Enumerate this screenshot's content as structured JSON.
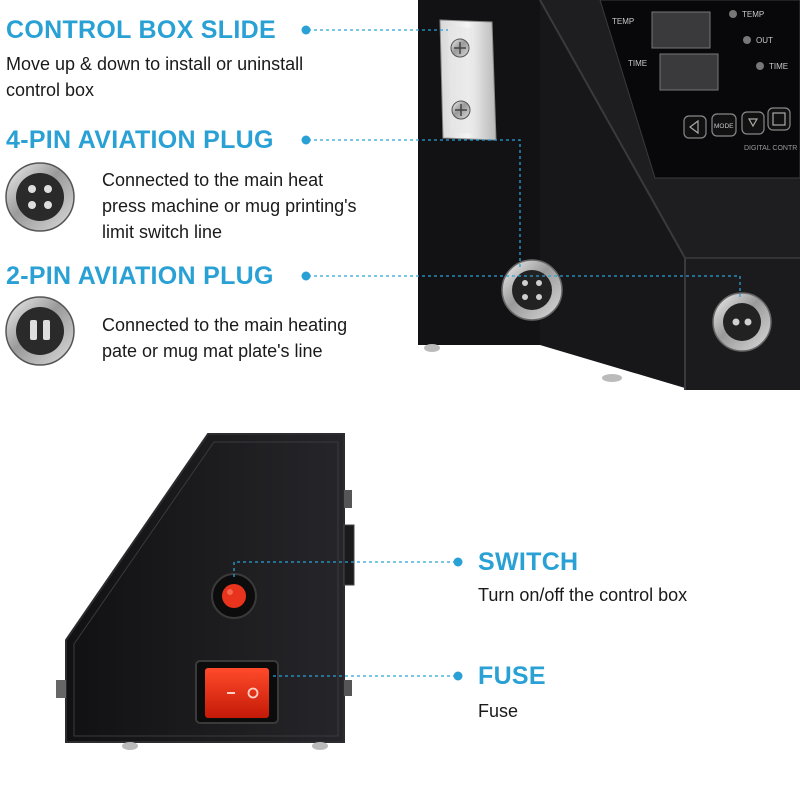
{
  "callouts": {
    "control_box_slide": {
      "title": "CONTROL BOX SLIDE",
      "desc_line1": "Move up & down to install or uninstall",
      "desc_line2": "control box"
    },
    "four_pin_plug": {
      "title": "4-PIN AVIATION PLUG",
      "desc_line1": "Connected to the main heat",
      "desc_line2": "press machine or mug printing's",
      "desc_line3": "limit switch line"
    },
    "two_pin_plug": {
      "title": "2-PIN AVIATION PLUG",
      "desc_line1": "Connected to the main heating",
      "desc_line2": "pate or mug mat plate's line"
    },
    "switch": {
      "title": "SWITCH",
      "desc": "Turn on/off the control box"
    },
    "fuse": {
      "title": "FUSE",
      "desc": "Fuse"
    }
  },
  "panel_labels": {
    "temp_left": "TEMP",
    "time_left": "TIME",
    "temp_right": "TEMP",
    "out": "OUT",
    "time_right": "TIME",
    "mode": "MODE",
    "brand": "DIGITAL CONTR"
  },
  "colors": {
    "accent": "#2aa1d5",
    "device_body": "#1c1c1e",
    "switch_red": "#e8341c"
  }
}
